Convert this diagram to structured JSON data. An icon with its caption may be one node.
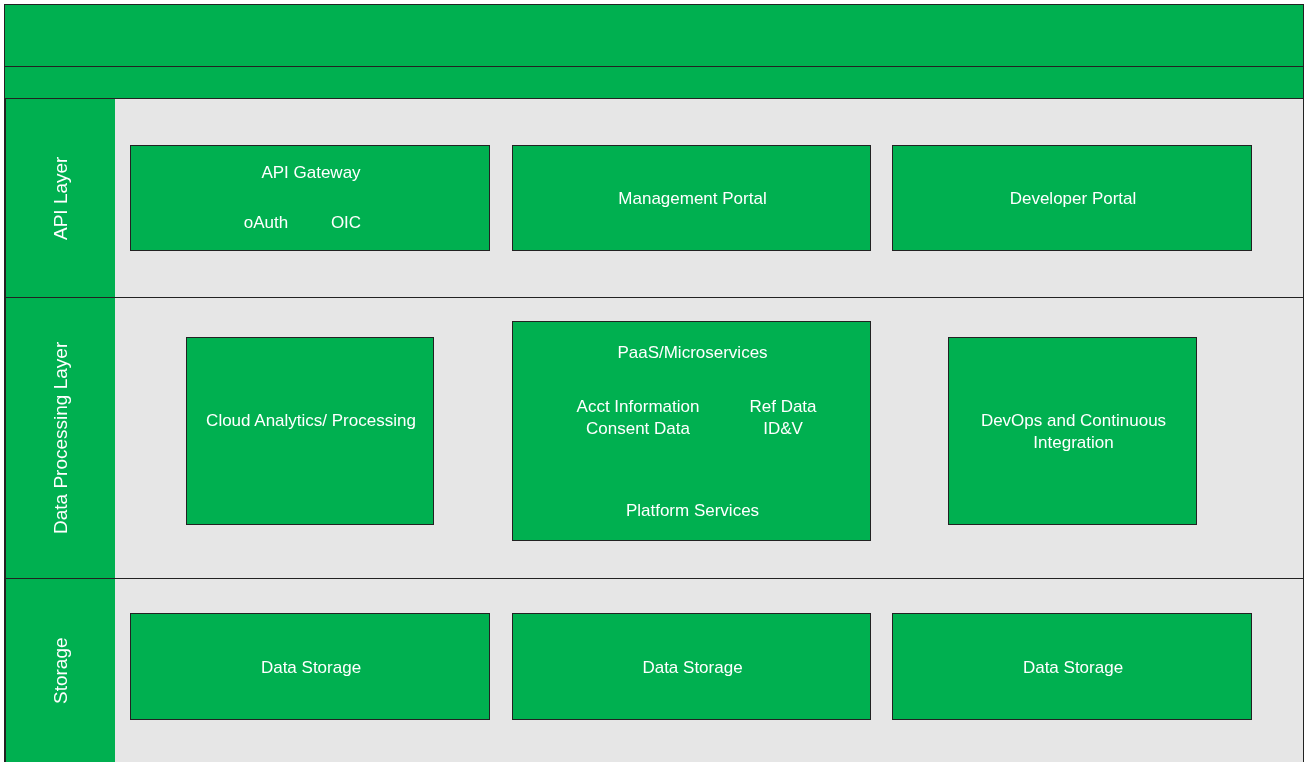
{
  "diagram": {
    "nodes": [
      {
        "text": [],
        "shape": "bar"
      },
      {
        "text": [],
        "shape": "bar"
      },
      {
        "text": [
          "API Layer"
        ]
      },
      {
        "text": [
          "API Gateway",
          "oAuth",
          "OIC"
        ],
        "in": 2
      },
      {
        "text": [
          "Management Portal"
        ],
        "in": 2
      },
      {
        "text": [
          "Developer Portal"
        ],
        "in": 2
      },
      {
        "text": [
          "Data Processing Layer"
        ]
      },
      {
        "text": [
          "Cloud Analytics/ Processing"
        ],
        "in": 6
      },
      {
        "text": [
          "PaaS/Microservices",
          "Acct Information Consent Data",
          "Ref Data ID&V",
          "Platform Services"
        ],
        "in": 6
      },
      {
        "text": [
          "DevOps and Continuous Integration"
        ],
        "in": 6
      },
      {
        "text": [
          "Storage"
        ]
      },
      {
        "text": [
          "Data Storage"
        ],
        "in": 10
      },
      {
        "text": [
          "Data Storage"
        ],
        "in": 10
      },
      {
        "text": [
          "Data Storage"
        ],
        "in": 10
      }
    ]
  }
}
